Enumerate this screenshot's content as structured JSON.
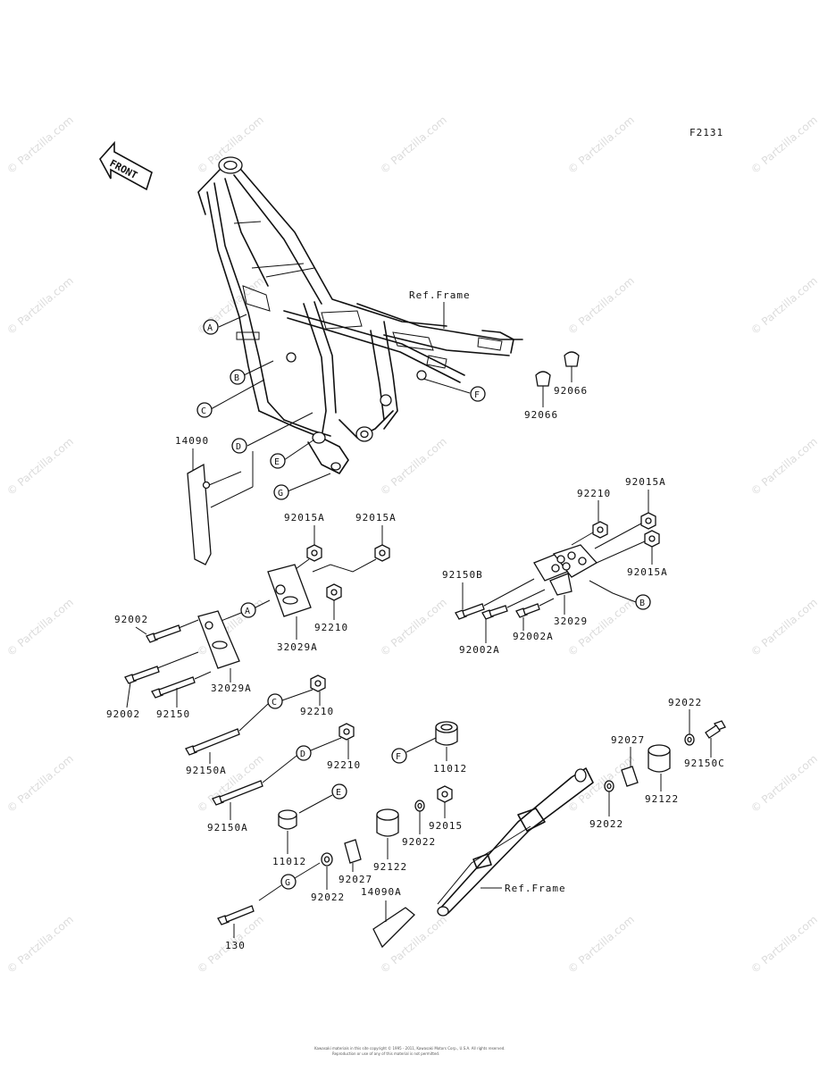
{
  "diagram_code": "F2131",
  "front_label": "FRONT",
  "ref_frame_label": "Ref.Frame",
  "watermark": "© Partzilla.com",
  "copyright": "Kawasaki materials in this site copyright © 1995 - 2011, Kawasaki Motors Corp., U.S.A. All rights reserved.",
  "copyright_line2": "Reproduction or use of any of this material is not permitted.",
  "callouts": {
    "A": "A",
    "B": "B",
    "C": "C",
    "D": "D",
    "E": "E",
    "F": "F",
    "G": "G"
  },
  "parts": {
    "p14090": "14090",
    "p14090A": "14090A",
    "p92066a": "92066",
    "p92066b": "92066",
    "p92210a": "92210",
    "p92015Aa": "92015A",
    "p92015Ab": "92015A",
    "p92015Ac": "92015A",
    "p92015Ad": "92015A",
    "p92150B": "92150B",
    "p92002Aa": "92002A",
    "p92002Ab": "92002A",
    "p32029": "32029",
    "p92002a": "92002",
    "p92002b": "92002",
    "p92150": "92150",
    "p32029Aa": "32029A",
    "p32029Ab": "32029A",
    "p92210b": "92210",
    "p92210c": "92210",
    "p92210d": "92210",
    "p92150Aa": "92150A",
    "p92150Ab": "92150A",
    "p11012a": "11012",
    "p11012b": "11012",
    "p92122a": "92122",
    "p92122b": "92122",
    "p92022a": "92022",
    "p92022b": "92022",
    "p92022c": "92022",
    "p92022d": "92022",
    "p92015": "92015",
    "p92027a": "92027",
    "p92027b": "92027",
    "p92150C": "92150C",
    "p130": "130"
  }
}
